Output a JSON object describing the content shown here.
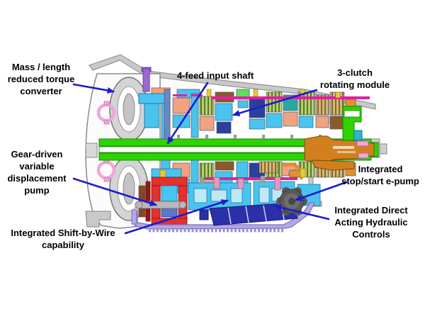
{
  "diagram": {
    "type": "engineering cross-section",
    "subject": "Automatic transmission cutaway with feature callouts",
    "background": "#ffffff"
  },
  "colors": {
    "callout_text": "#000000",
    "arrow_blue": "#1c1ccd",
    "shaft_green": "#2fd400",
    "housing_gray": "#c9c9c9",
    "valve_body_cyan": "#49c4ee",
    "clutch_salmon": "#f0a283",
    "drum_navy": "#2b3f9b",
    "pump_red": "#e53030",
    "solenoid_navy": "#2b2fa8",
    "pan_lavender": "#b3a9e0",
    "output_orange": "#d2801e",
    "rail_magenta": "#e020a0",
    "ring_pink": "#f0a6d8",
    "epump_gray": "#5a5a5a"
  },
  "callouts": [
    {
      "id": "torque-converter",
      "text": "Mass / length\nreduced torque\nconverter"
    },
    {
      "id": "input-shaft",
      "text": "4-feed input shaft"
    },
    {
      "id": "clutch-module",
      "text": "3-clutch\nrotating module"
    },
    {
      "id": "gear-pump",
      "text": "Gear-driven\nvariable\ndisplacement\npump"
    },
    {
      "id": "epump",
      "text": "Integrated\nstop/start e-pump"
    },
    {
      "id": "hydraulic-controls",
      "text": "Integrated Direct\nActing Hydraulic\nControls"
    },
    {
      "id": "shift-by-wire",
      "text": "Integrated Shift-by-Wire\ncapability"
    }
  ]
}
